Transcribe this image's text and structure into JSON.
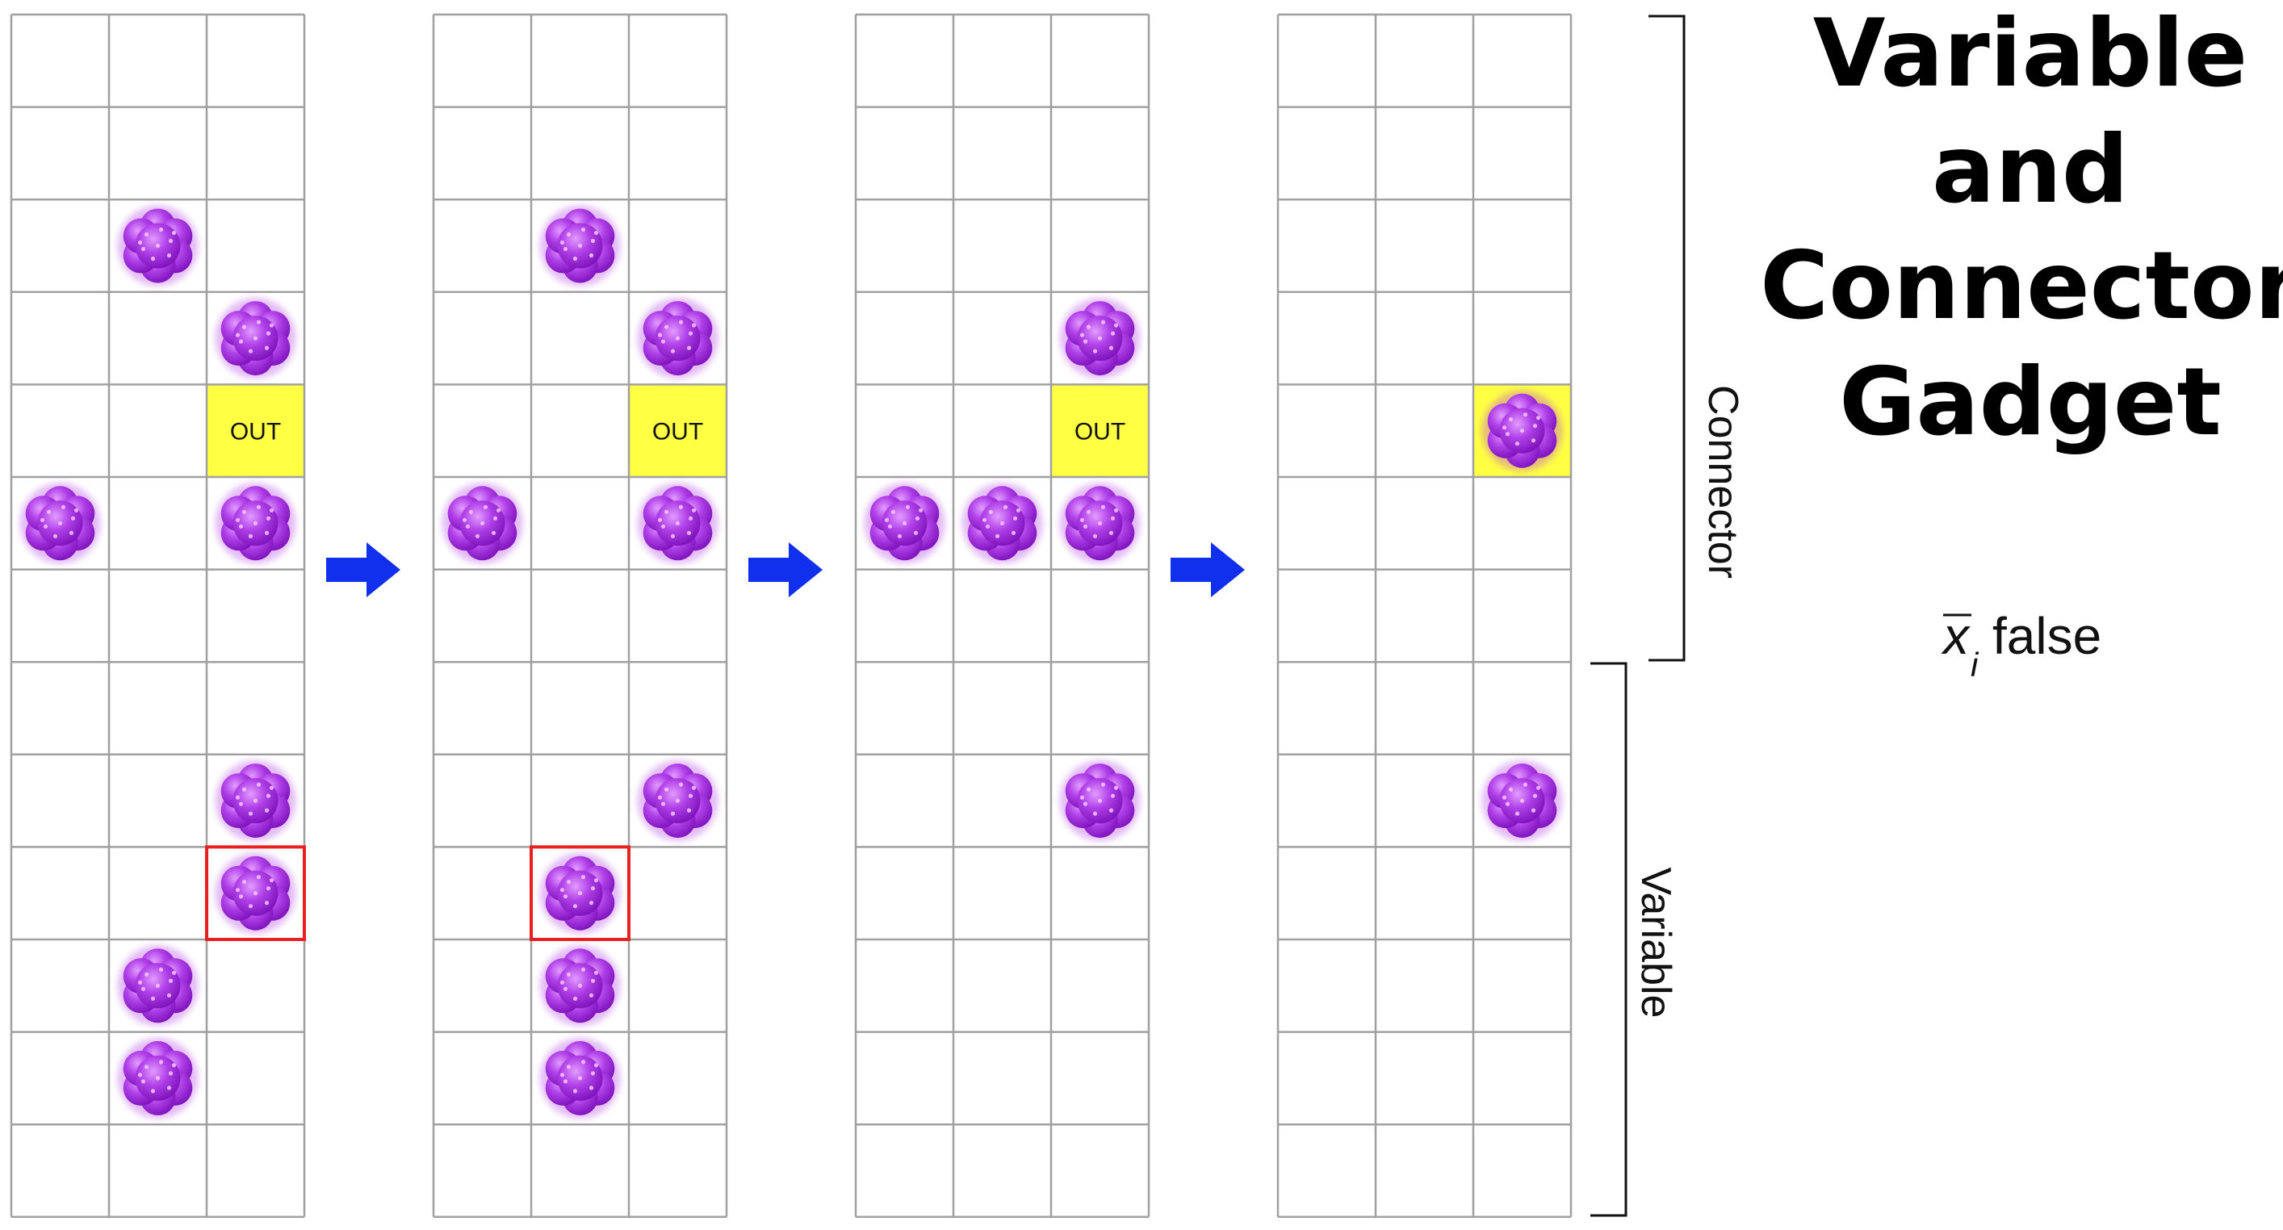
{
  "title": {
    "lines": [
      "Variable",
      "and",
      "Connector",
      "Gadget"
    ]
  },
  "labels": {
    "connector": "Connector",
    "variable": "Variable",
    "out": "OUT",
    "status_var": "x",
    "status_sub": "i",
    "status_text": "false"
  },
  "colors": {
    "grid": "#a0a0a0",
    "out_fill": "#ffff44",
    "candy": "#b040e8",
    "candy_dark": "#8a18c8",
    "highlight": "#e82020",
    "arrow": "#1030ee"
  },
  "grid": {
    "rows": 13,
    "cols": 3
  },
  "panels": [
    {
      "out": [
        4,
        2
      ],
      "out_has_candy": false,
      "candies": [
        [
          2,
          1
        ],
        [
          3,
          2
        ],
        [
          5,
          0
        ],
        [
          5,
          2
        ],
        [
          8,
          2
        ],
        [
          9,
          2
        ],
        [
          10,
          1
        ],
        [
          11,
          1
        ]
      ],
      "highlight": [
        9,
        2
      ]
    },
    {
      "out": [
        4,
        2
      ],
      "out_has_candy": false,
      "candies": [
        [
          2,
          1
        ],
        [
          3,
          2
        ],
        [
          5,
          0
        ],
        [
          5,
          2
        ],
        [
          8,
          2
        ],
        [
          9,
          1
        ],
        [
          10,
          1
        ],
        [
          11,
          1
        ]
      ],
      "highlight": [
        9,
        1
      ]
    },
    {
      "out": [
        4,
        2
      ],
      "out_has_candy": false,
      "candies": [
        [
          3,
          2
        ],
        [
          5,
          0
        ],
        [
          5,
          1
        ],
        [
          5,
          2
        ],
        [
          8,
          2
        ]
      ],
      "highlight": null
    },
    {
      "out": [
        4,
        2
      ],
      "out_has_candy": true,
      "candies": [
        [
          4,
          2
        ],
        [
          8,
          2
        ]
      ],
      "highlight": null
    }
  ],
  "arrows": 3
}
